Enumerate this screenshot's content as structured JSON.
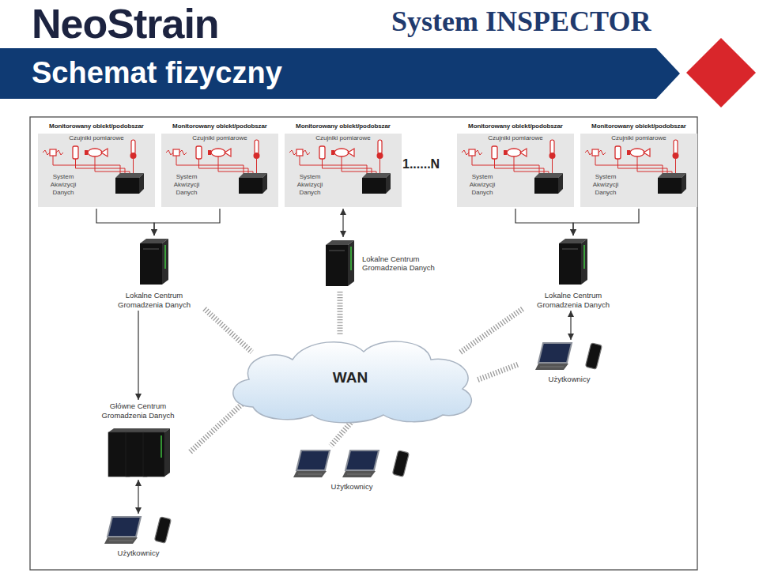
{
  "diagram": {
    "title": "Schemat fizyczny",
    "nodes": [
      {
        "text": [
          "Monitorowany obiekt/podobszar",
          "Czujniki pomiarowe",
          "System Akwizycji Danych"
        ]
      },
      {
        "text": [
          "Monitorowany obiekt/podobszar",
          "Czujniki pomiarowe",
          "System Akwizycji Danych"
        ]
      },
      {
        "text": [
          "Monitorowany obiekt/podobszar",
          "Czujniki pomiarowe",
          "System Akwizycji Danych"
        ]
      },
      {
        "text": [
          "Monitorowany obiekt/podobszar",
          "Czujniki pomiarowe",
          "System Akwizycji Danych"
        ]
      },
      {
        "text": [
          "Monitorowany obiekt/podobszar",
          "Czujniki pomiarowe",
          "System Akwizycji Danych"
        ]
      },
      {
        "text": [
          "Lokalne Centrum Gromadzenia Danych"
        ]
      },
      {
        "text": [
          "Lokalne Centrum Gromadzenia Danych"
        ]
      },
      {
        "text": [
          "Lokalne Centrum Gromadzenia Danych"
        ]
      },
      {
        "text": [
          "WAN"
        ]
      },
      {
        "text": [
          "Główne Centrum Gromadzenia Danych"
        ]
      },
      {
        "text": [
          "Użytkownicy"
        ]
      },
      {
        "text": [
          "Użytkownicy"
        ]
      },
      {
        "text": [
          "Użytkownicy"
        ]
      }
    ],
    "edges": [
      {
        "from": 0,
        "to": 5,
        "arrow": "to"
      },
      {
        "from": 1,
        "to": 5,
        "arrow": "to"
      },
      {
        "from": 2,
        "to": 6,
        "arrow": "both"
      },
      {
        "from": 3,
        "to": 7,
        "arrow": "to"
      },
      {
        "from": 4,
        "to": 7,
        "arrow": "to"
      },
      {
        "from": 5,
        "to": 9,
        "arrow": "to"
      },
      {
        "from": 5,
        "to": 8,
        "arrow": "none"
      },
      {
        "from": 6,
        "to": 8,
        "arrow": "none"
      },
      {
        "from": 7,
        "to": 8,
        "arrow": "none"
      },
      {
        "from": 9,
        "to": 8,
        "arrow": "none"
      },
      {
        "from": 8,
        "to": 10,
        "arrow": "none"
      },
      {
        "from": 8,
        "to": 11,
        "arrow": "none"
      },
      {
        "from": 7,
        "to": 10,
        "arrow": "both"
      },
      {
        "from": 9,
        "to": 12,
        "arrow": "both"
      }
    ],
    "labels": [
      "NeoStrain",
      "System INSPECTOR",
      "1......N"
    ]
  }
}
